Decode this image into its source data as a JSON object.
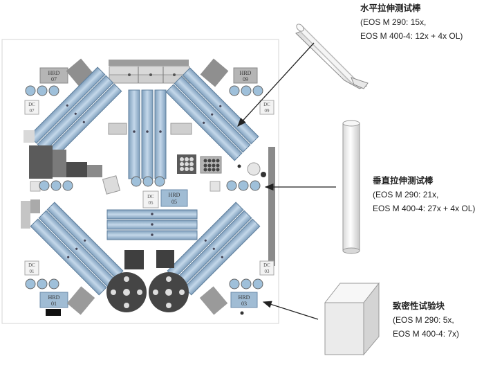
{
  "callouts": {
    "horizontal": {
      "title": "水平拉伸测试棒",
      "line1": "(EOS M 290: 15x,",
      "line2": "EOS M 400-4: 12x + 4x OL)"
    },
    "vertical": {
      "title": "垂直拉伸测试棒",
      "line1": "(EOS M 290: 21x,",
      "line2": "EOS M 400-4: 27x + 4x OL)"
    },
    "density": {
      "title": "致密性试验块",
      "line1": "(EOS M 290: 5x,",
      "line2": "EOS M 400-4: 7x)"
    }
  },
  "labels": {
    "hrd07": [
      "HRD",
      "07"
    ],
    "hrd09": [
      "HRD",
      "09"
    ],
    "dc07": [
      "DC",
      "07"
    ],
    "dc09": [
      "DC",
      "09"
    ],
    "dc05": [
      "DC",
      "05"
    ],
    "hrd05": [
      "HRD",
      "05"
    ],
    "dc01": [
      "DC",
      "01"
    ],
    "dc03": [
      "DC",
      "03"
    ],
    "hrd01": [
      "HRD",
      "01"
    ],
    "hrd03": [
      "HRD",
      "03"
    ]
  },
  "colors": {
    "bar": "#a9c4dc",
    "bar_dark": "#7f9fbd",
    "plate_border": "#d0d0d0",
    "arrow": "#222222"
  }
}
